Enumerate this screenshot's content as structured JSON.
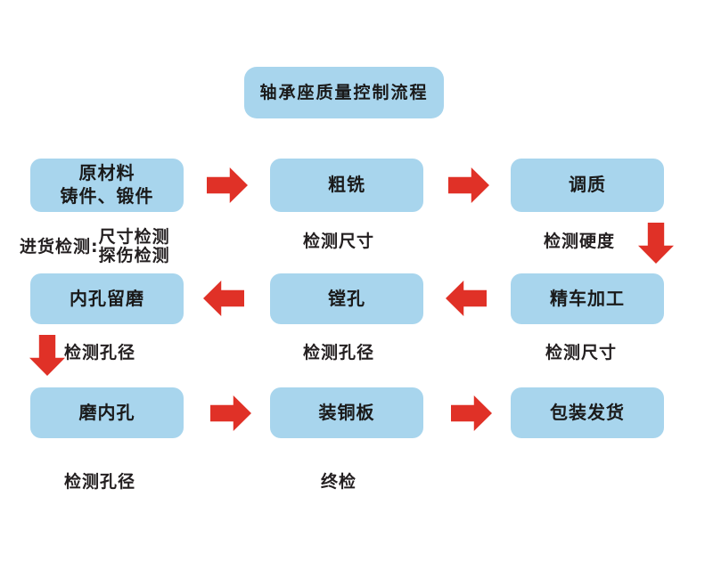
{
  "diagram": {
    "title": "轴承座质量控制流程",
    "accent_box_color": "#a8d5ed",
    "arrow_color": "#e03127",
    "text_color": "#231f20",
    "rows": [
      {
        "id": "row-1",
        "direction": "left-to-right",
        "nodes": [
          {
            "id": "raw-material",
            "line1": "原材料",
            "line2": "铸件、锻件"
          },
          {
            "id": "rough-milling",
            "line1": "粗铣"
          },
          {
            "id": "quench-temper",
            "line1": "调质"
          }
        ],
        "captions": [
          {
            "id": "incoming-inspection",
            "prefix": "进货检测:",
            "line1": "尺寸检测",
            "line2": "探伤检测"
          },
          {
            "id": "check-dimension-1",
            "text": "检测尺寸"
          },
          {
            "id": "check-hardness",
            "text": "检测硬度"
          }
        ]
      },
      {
        "id": "row-2",
        "direction": "right-to-left",
        "nodes": [
          {
            "id": "bore-reserve-grind",
            "line1": "内孔留磨"
          },
          {
            "id": "boring",
            "line1": "镗孔"
          },
          {
            "id": "finish-turning",
            "line1": "精车加工"
          }
        ],
        "captions": [
          {
            "id": "check-bore-1",
            "text": "检测孔径"
          },
          {
            "id": "check-bore-2",
            "text": "检测孔径"
          },
          {
            "id": "check-dimension-2",
            "text": "检测尺寸"
          }
        ]
      },
      {
        "id": "row-3",
        "direction": "left-to-right",
        "nodes": [
          {
            "id": "grind-bore",
            "line1": "磨内孔"
          },
          {
            "id": "install-copper-plate",
            "line1": "装铜板"
          },
          {
            "id": "package-ship",
            "line1": "包装发货"
          }
        ],
        "captions": [
          {
            "id": "check-bore-3",
            "text": "检测孔径"
          },
          {
            "id": "final-inspection",
            "text": "终检"
          }
        ]
      }
    ]
  }
}
